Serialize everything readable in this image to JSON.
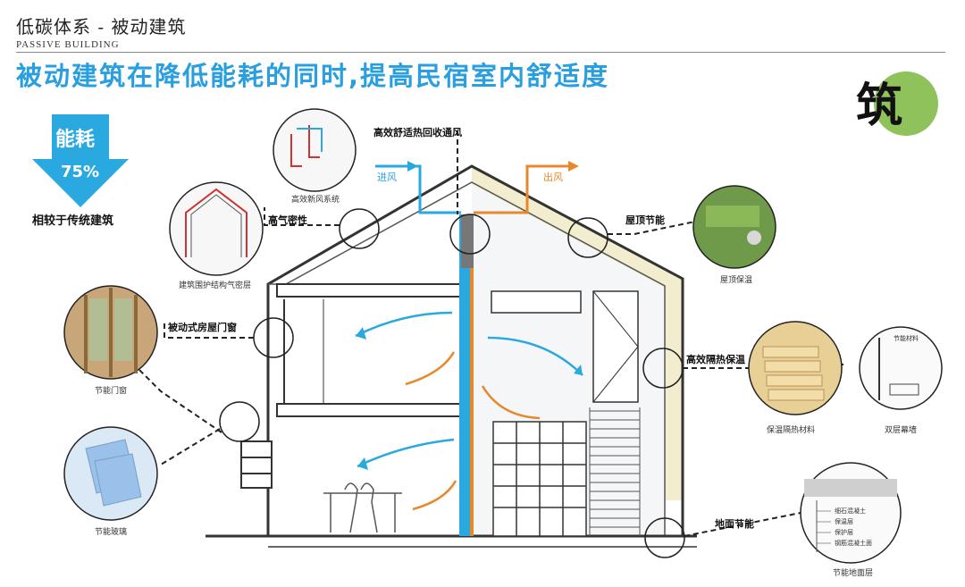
{
  "header": {
    "title": "低碳体系 - 被动建筑",
    "subtitle": "PASSIVE BUILDING",
    "headline": "被动建筑在降低能耗的同时,提高民宿室内舒适度",
    "badge_char": "筑"
  },
  "energy": {
    "word": "能耗",
    "percent": "75%",
    "caption": "相较于传统建筑",
    "arrow_color": "#2aa8e0"
  },
  "labels": {
    "ventilation": "高效舒适热回收通风",
    "fresh_air_system": "高效新风系统",
    "airtight": "高气密性",
    "envelope_caption": "建筑围护结构气密层",
    "inflow": "进风",
    "outflow": "出风",
    "roof_energy": "屋顶节能",
    "roof_insulation": "屋顶保温",
    "passive_window": "被动式房屋门窗",
    "window_caption": "节能门窗",
    "insulation": "高效隔热保温",
    "insulation_material": "保温隔热材料",
    "double_curtain": "双层幕墙",
    "glass_caption": "节能玻璃",
    "floor_energy": "地面节能",
    "floor_caption": "节能地面层",
    "floor_layers": [
      "细石混凝土",
      "保温层",
      "保护层",
      "钢筋混凝土面"
    ],
    "curtain_detail": "节能材料"
  },
  "colors": {
    "cold_air": "#2aa8e0",
    "warm_air": "#e8882c",
    "badge": "#8fc25b",
    "wall_insulation": "#f3edcf"
  }
}
